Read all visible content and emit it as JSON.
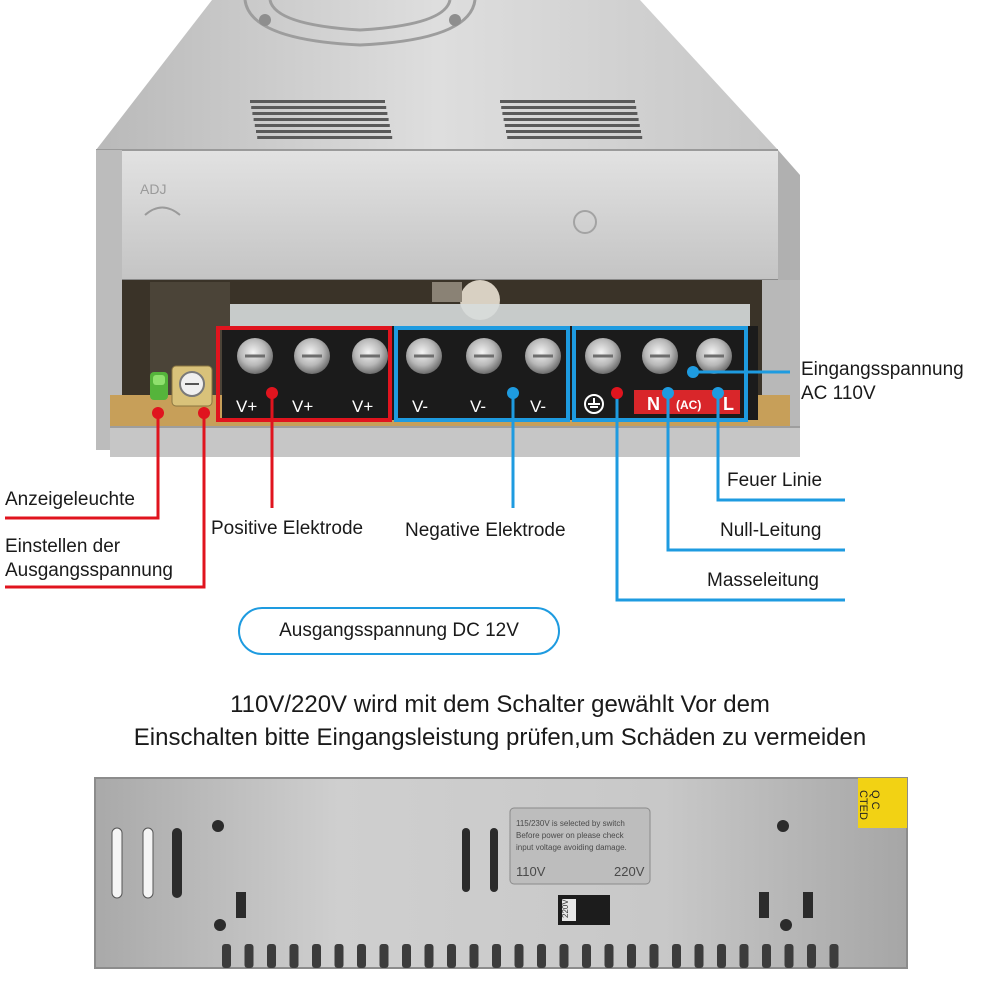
{
  "colors": {
    "red": "#e0141e",
    "blue": "#1e9be0",
    "metal": "#c9c9c9",
    "terminal": "#1b1b1b"
  },
  "device": {
    "cover_mark": "ADJ",
    "terminals": [
      "V+",
      "V+",
      "V+",
      "V-",
      "V-",
      "V-",
      "earth-icon",
      "N",
      "(AC)",
      "L"
    ]
  },
  "labels": {
    "input_voltage_line1": "Eingangsspannung",
    "input_voltage_line2": "AC 110V",
    "feuer_linie": "Feuer Linie",
    "null_leitung": "Null-Leitung",
    "masseleitung": "Masseleitung",
    "anzeigeleuchte": "Anzeigeleuchte",
    "einstellen_line1": "Einstellen der",
    "einstellen_line2": "Ausgangsspannung",
    "positive_elektrode": "Positive Elektrode",
    "negative_elektrode": "Negative Elektrode",
    "output_voltage": "Ausgangsspannung DC 12V"
  },
  "switch_note": {
    "line1": "110V/220V wird mit dem Schalter gewählt Vor dem",
    "line2": "Einschalten bitte Eingangsleistung prüfen,um Schäden zu vermeiden"
  },
  "bottom_device": {
    "sticker_line1": "115/230V is selected by switch",
    "sticker_line2": "Before power on please check",
    "sticker_line3": "input voltage avoiding damage.",
    "v110": "110V",
    "v220": "220V",
    "switch_mark": "220V",
    "qc_line1": "Q C",
    "qc_line2": "CTED"
  }
}
